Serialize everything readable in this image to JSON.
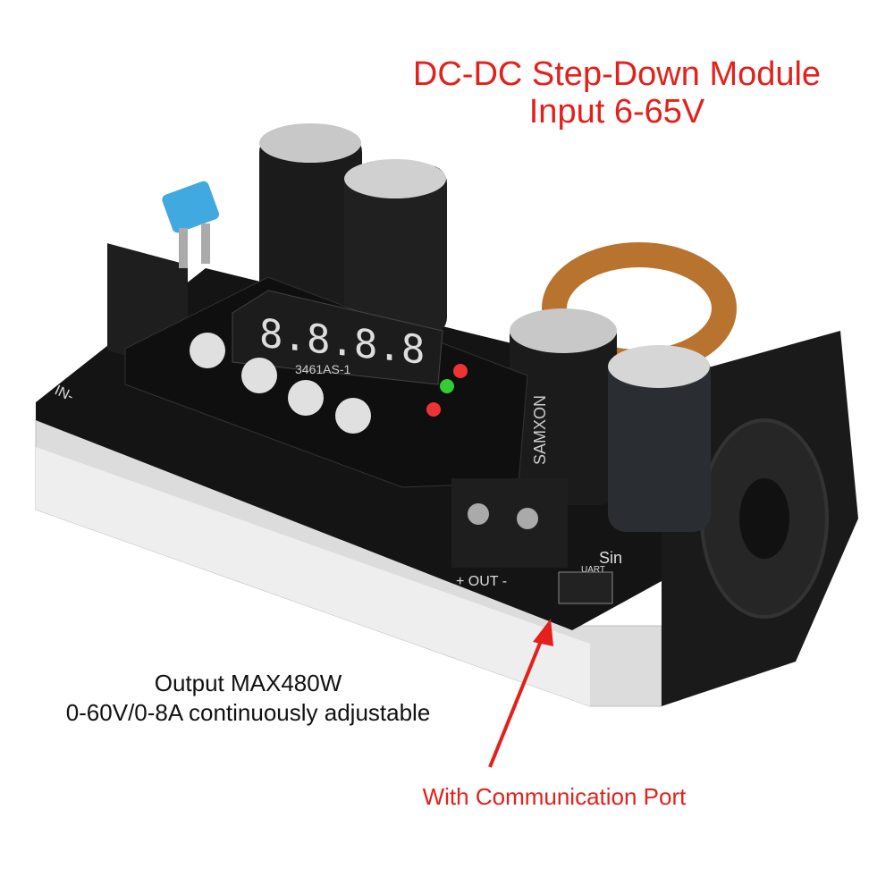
{
  "headline": {
    "line1": "DC-DC Step-Down Module",
    "line2": "Input 6-65V"
  },
  "output_spec": {
    "line1": "Output MAX480W",
    "line2": "0-60V/0-8A continuously adjustable"
  },
  "port_callout": {
    "label": "With Communication Port"
  },
  "board_markings": {
    "display_model": "3461AS-1",
    "display_digits": "8.8.8.8",
    "input_label": "IN-",
    "output_label": "+ OUT -",
    "sin_label": "Sin",
    "uart_label": "UART",
    "capacitor_brand": "SAMXON"
  },
  "colors": {
    "accent_red": "#e3201b",
    "pcb": "#141414",
    "heatsink": "#dcdcdc",
    "copper_coil": "#b8732e",
    "fuse": "#3fa9e0"
  }
}
